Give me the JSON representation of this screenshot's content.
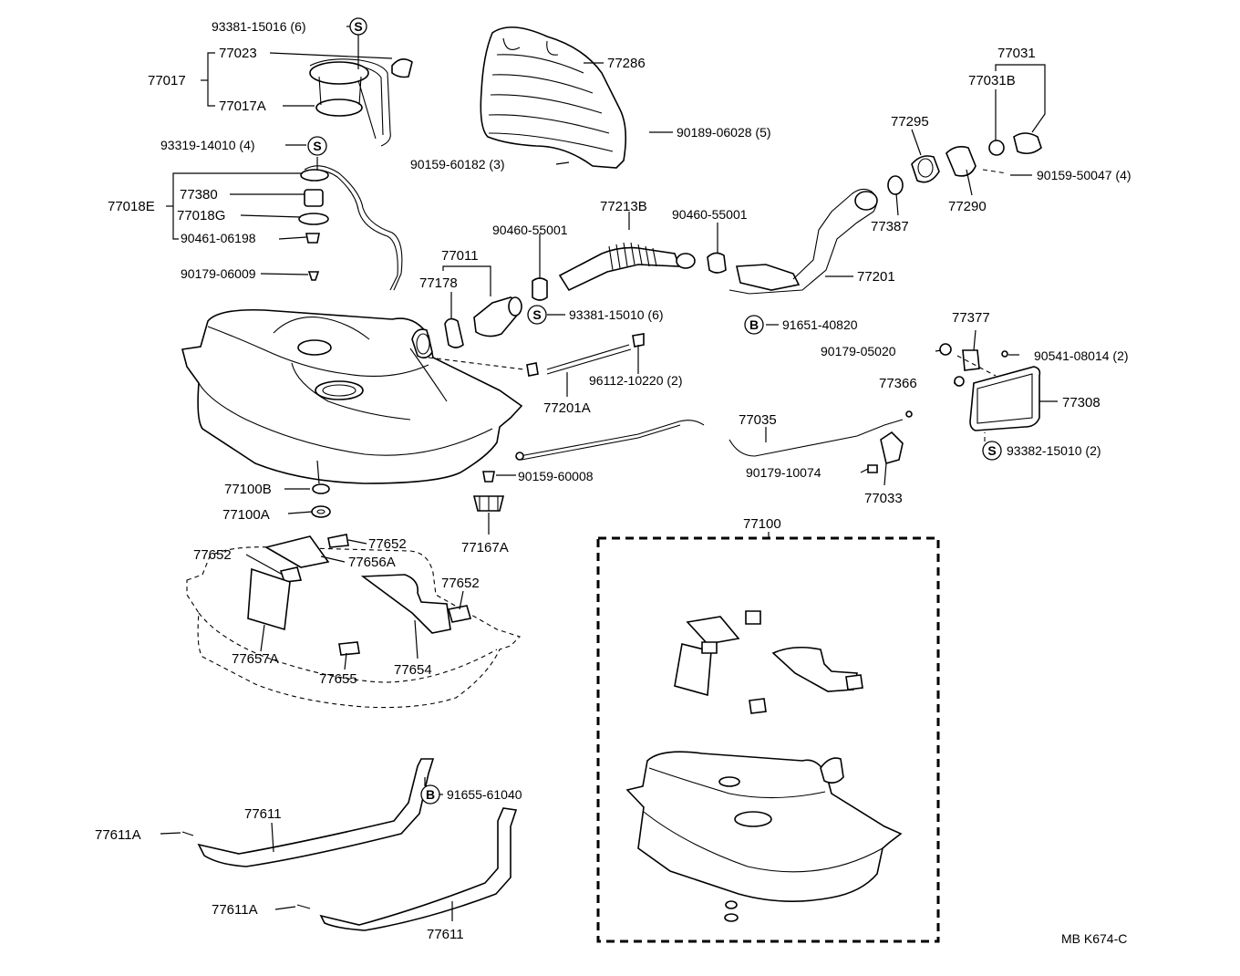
{
  "labels": {
    "p93381_15016": "93381-15016 (6)",
    "p77023": "77023",
    "p77017": "77017",
    "p77017A": "77017A",
    "p93319_14010": "93319-14010 (4)",
    "p77018E": "77018E",
    "p77380": "77380",
    "p77018G": "77018G",
    "p90461_06198": "90461-06198",
    "p90179_06009": "90179-06009",
    "p77286": "77286",
    "p90189_06028": "90189-06028 (5)",
    "p90159_60182": "90159-60182 (3)",
    "p77213B": "77213B",
    "p90460_55001a": "90460-55001",
    "p90460_55001b": "90460-55001",
    "p77011": "77011",
    "p77178": "77178",
    "p93381_15010": "93381-15010 (6)",
    "p77295": "77295",
    "p77387": "77387",
    "p77031": "77031",
    "p77031B": "77031B",
    "p77290": "77290",
    "p90159_50047": "90159-50047 (4)",
    "p77201": "77201",
    "p91651_40820": "91651-40820",
    "p96112_10220": "96112-10220 (2)",
    "p77201A": "77201A",
    "p77377": "77377",
    "p90179_05020": "90179-05020",
    "p90541_08014": "90541-08014 (2)",
    "p77366": "77366",
    "p77308": "77308",
    "p93382_15010": "93382-15010 (2)",
    "p77035": "77035",
    "p90179_10074": "90179-10074",
    "p77033": "77033",
    "p77100B": "77100B",
    "p77100A": "77100A",
    "p90159_60008": "90159-60008",
    "p77167A": "77167A",
    "p77100": "77100",
    "p77652a": "77652",
    "p77652b": "77652",
    "p77656A": "77656A",
    "p77652c": "77652",
    "p77657A": "77657A",
    "p77655": "77655",
    "p77654": "77654",
    "p77611a": "77611",
    "p91655_61040": "91655-61040",
    "p77611A_a": "77611A",
    "p77611A_b": "77611A",
    "p77611b": "77611",
    "footer_code": "MB K674-C"
  },
  "symbols": {
    "s": "S",
    "b": "B"
  }
}
